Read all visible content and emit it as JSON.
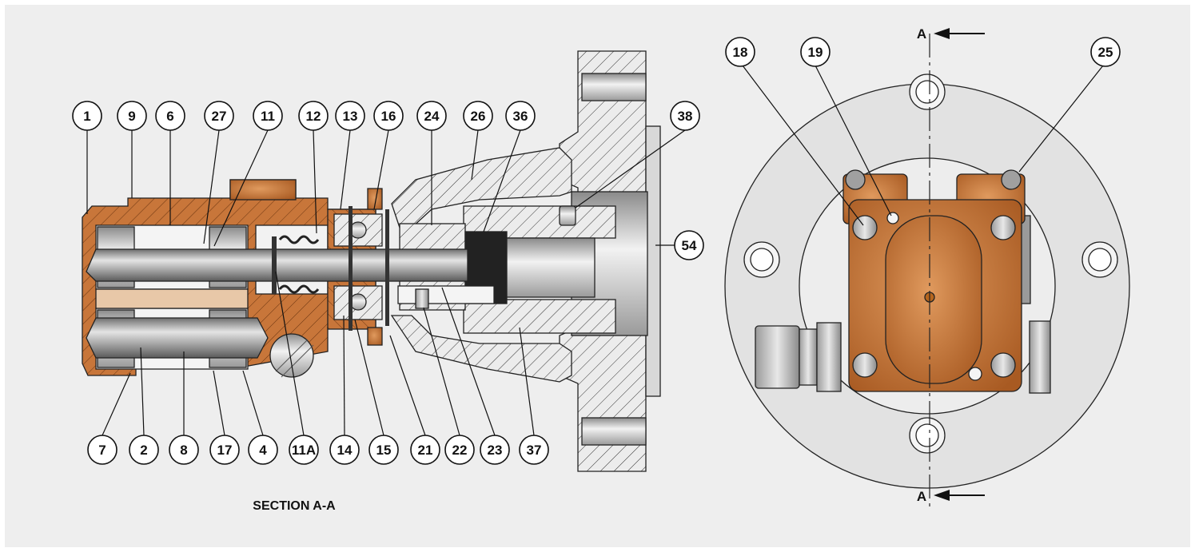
{
  "colors": {
    "background": "#eeeeee",
    "copper": "#c8763a",
    "copper_dark": "#8f4e1e",
    "steel": "#b9b9b9",
    "steel_dark": "#7a7a7a",
    "housing": "#ececec",
    "flange": "#e0e0e0"
  },
  "caption": "SECTION A-A",
  "section_marks": {
    "top": "A",
    "bottom": "A"
  },
  "callouts_top_row": [
    "1",
    "9",
    "6",
    "27",
    "11",
    "12",
    "13",
    "16",
    "24",
    "26",
    "36",
    "38"
  ],
  "callouts_bottom_row": [
    "7",
    "2",
    "8",
    "17",
    "4",
    "11A",
    "14",
    "15",
    "21",
    "22",
    "23",
    "37"
  ],
  "callout_side": "54",
  "callouts_end_view": [
    "18",
    "19",
    "25"
  ]
}
